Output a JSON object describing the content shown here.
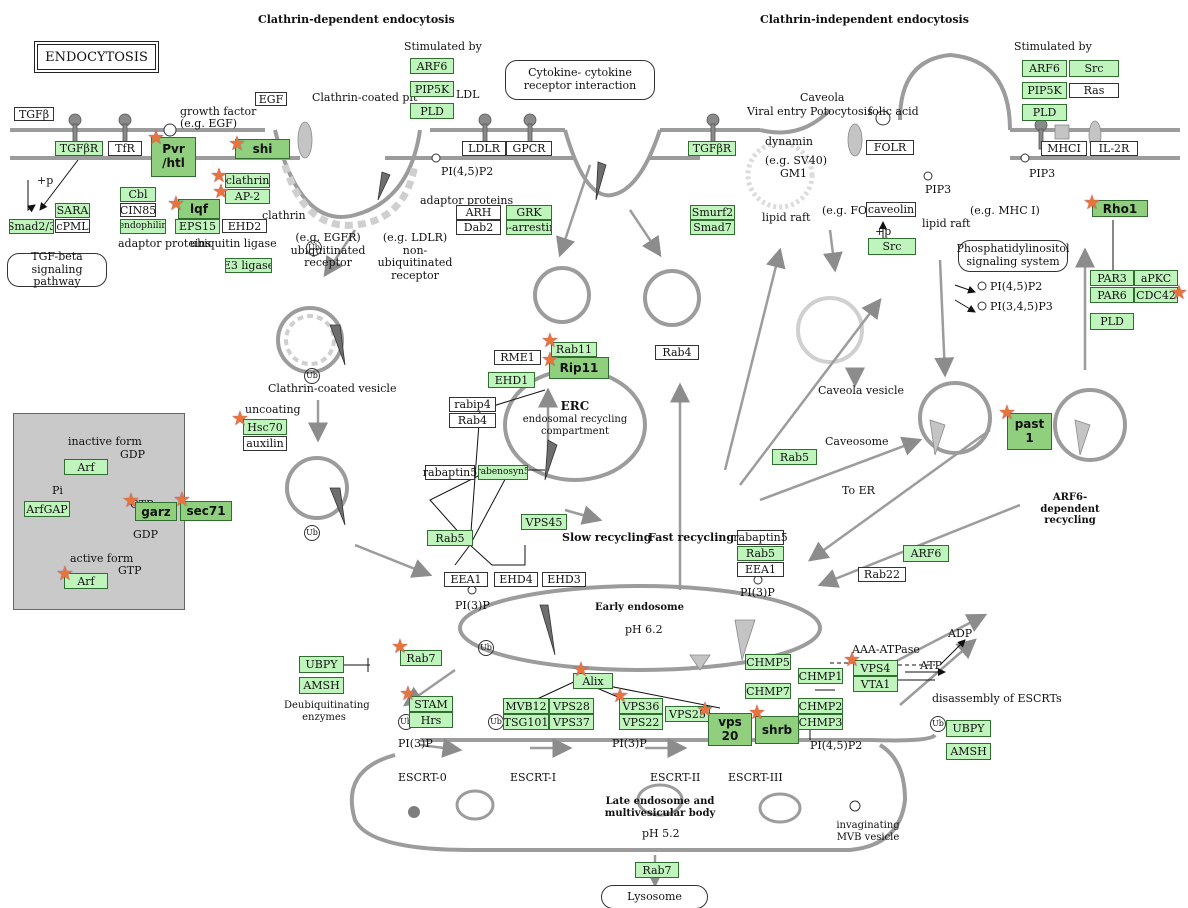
{
  "map": {
    "title": "ENDOCYTOSIS",
    "section_clathrin_dependent": "Clathrin-dependent endocytosis",
    "section_clathrin_independent": "Clathrin-independent endocytosis"
  },
  "colors": {
    "gene_box": "#bff5bd",
    "highlighted_gene": "#8fcf7e",
    "star": "#e8743b",
    "membrane": "#9c9c9c",
    "inset_bg": "#c9c9c9"
  },
  "labels": {
    "stimulated_by_left": "Stimulated by",
    "stimulated_by_right": "Stimulated by",
    "growth_factor": "growth factor",
    "eg_egf": "(e.g. EGF)",
    "clathrin_coated_pit": "Clathrin-coated pit",
    "ldl": "LDL",
    "cytokine_receptor": "Cytokine- cytokine receptor interaction",
    "caveola": "Caveola",
    "viral_entry": "Viral entry",
    "potocytosis": "Potocytosis",
    "folic_acid": "folic acid",
    "dynamin": "dynamin",
    "eg_sv40": "(e.g. SV40)",
    "gm1": "GM1",
    "lipid_raft_1": "lipid raft",
    "lipid_raft_2": "lipid raft",
    "eg_folr": "(e.g. FOLR)",
    "eg_mhc1": "(e.g. MHC I)",
    "pip3_1": "PIP3",
    "pip3_2": "PIP3",
    "pi45p2_top": "PI(4,5)P2",
    "plus_p_1": "+p",
    "plus_p_2": "+p",
    "adaptor_proteins_1": "adaptor proteins",
    "adaptor_proteins_2": "adaptor proteins",
    "ubiquitin_ligase": "ubiquitin ligase",
    "clathrin": "clathrin",
    "eg_egfr": "(e.g. EGFR) ubiquitinated receptor",
    "eg_ldlr": "(e.g. LDLR) non-ubiquitinated receptor",
    "tgfb_pathway": "TGF-beta signaling pathway",
    "phosphatidylinositol": "Phosphatidylinositol signaling system",
    "pi45p2_right": "PI(4,5)P2",
    "pi345p3_right": "PI(3,4,5)P3",
    "clathrin_coated_vesicle": "Clathrin-coated vesicle",
    "uncoating": "uncoating",
    "erc_title": "ERC",
    "erc_sub": "endosomal recycling compartment",
    "slow_recycling": "Slow recycling",
    "fast_recycling": "Fast recycling",
    "caveola_vesicle": "Caveola vesicle",
    "caveosome": "Caveosome",
    "to_er": "To ER",
    "arf6_recycling": "ARF6-dependent recycling",
    "inactive_form": "inactive form",
    "active_form": "active form",
    "gdp_1": "GDP",
    "gdp_2": "GDP",
    "gtp_1": "GTP",
    "gtp_2": "GTP",
    "pi": "Pi",
    "early_endosome": "Early endosome",
    "ph_62": "pH 6.2",
    "pi3p_1": "PI(3)P",
    "pi3p_2": "PI(3)P",
    "pi3p_3": "PI(3)P",
    "pi3p_4": "PI(3)P",
    "pi45p2_bottom": "PI(4,5)P2",
    "aaa_atpase": "AAA-ATPase",
    "adp": "ADP",
    "atp": "ATP",
    "disassembly": "disassembly of ESCRTs",
    "deubiquitinating": "Deubiquitinating enzymes",
    "escrt0": "ESCRT-0",
    "escrt1": "ESCRT-I",
    "escrt2": "ESCRT-II",
    "escrt3": "ESCRT-III",
    "late_endosome": "Late endosome and multivesicular body",
    "ph_52": "pH 5.2",
    "invaginating": "invaginating MVB vesicle",
    "lysosome": "Lysosome",
    "ub": "Ub"
  },
  "white_boxes": {
    "tgfb": "TGFβ",
    "egf": "EGF",
    "tfr": "TfR",
    "cpml": "cPML",
    "cin85": "CIN85",
    "ehd2": "EHD2",
    "ldlr": "LDLR",
    "gpcr": "GPCR",
    "arh": "ARH",
    "dab2": "Dab2",
    "folr": "FOLR",
    "caveolin": "caveolin",
    "mhci": "MHCI",
    "il2r": "IL-2R",
    "ras": "Ras",
    "rme1": "RME1",
    "rab4_top": "Rab4",
    "rabip4": "rabip4",
    "rab4_mid": "Rab4",
    "rabaptin5_left": "rabaptin5",
    "auxilin": "auxilin",
    "eea1_left": "EEA1",
    "ehd4": "EHD4",
    "ehd3": "EHD3",
    "rabaptin5_right": "rabaptin5",
    "eea1_right": "EEA1",
    "rab22": "Rab22"
  },
  "green_boxes": {
    "arf6_left": "ARF6",
    "pip5k_left": "PIP5K",
    "pld_left": "PLD",
    "tgfbr_left": "TGFβR",
    "sara": "SARA",
    "smad23": "Smad2/3",
    "cbl": "Cbl",
    "endophilin": "endophilin",
    "eps15": "EPS15",
    "clathrin": "clathrin",
    "e3_ligase": "E3 ligase",
    "grk": "GRK",
    "barrestin": "β-arrestin",
    "tgfbr_right": "TGFβR",
    "smurf2": "Smurf2",
    "smad7": "Smad7",
    "src_mid": "Src",
    "arf6_right": "ARF6",
    "src_right": "Src",
    "pip5k_right": "PIP5K",
    "pld_right": "PLD",
    "par3": "PAR3",
    "apkc": "aPKC",
    "par6": "PAR6",
    "cdc42": "CDC42",
    "pld_par": "PLD",
    "rab11": "Rab11",
    "ehd1": "EHD1",
    "rabenosyn5": "rabenosyn5",
    "vps45": "VPS45",
    "rab5_left": "Rab5",
    "hsc70": "Hsc70",
    "rab5_mid": "Rab5",
    "rab5_right": "Rab5",
    "arf6_lower": "ARF6",
    "arf_top": "Arf",
    "arfgap": "ArfGAP",
    "arf_bottom": "Arf",
    "rab7_top": "Rab7",
    "ubpy_left": "UBPY",
    "amsh_left": "AMSH",
    "stam": "STAM",
    "hrs": "Hrs",
    "alix": "Alix",
    "mvb12": "MVB12",
    "vps28": "VPS28",
    "tsg101": "TSG101",
    "vps37": "VPS37",
    "vps36": "VPS36",
    "vps22": "VPS22",
    "vps25": "VPS25",
    "chmp5": "CHMP5",
    "chmp1": "CHMP1",
    "vps4": "VPS4",
    "vta1": "VTA1",
    "chmp7": "CHMP7",
    "chmp2": "CHMP2",
    "chmp3": "CHMP3",
    "ubpy_right": "UBPY",
    "amsh_right": "AMSH",
    "rab7_bottom": "Rab7"
  },
  "highlighted_genes": {
    "pvr_line1": "Pvr",
    "pvr_line2": "/htl",
    "shi": "shi",
    "lqf": "lqf",
    "ap2": "AP-2",
    "rho1": "Rho1",
    "rip11": "Rip11",
    "past1_line1": "past",
    "past1_line2": "1",
    "garz": "garz",
    "sec71": "sec71",
    "vps20_line1": "vps",
    "vps20_line2": "20",
    "shrb": "shrb"
  }
}
